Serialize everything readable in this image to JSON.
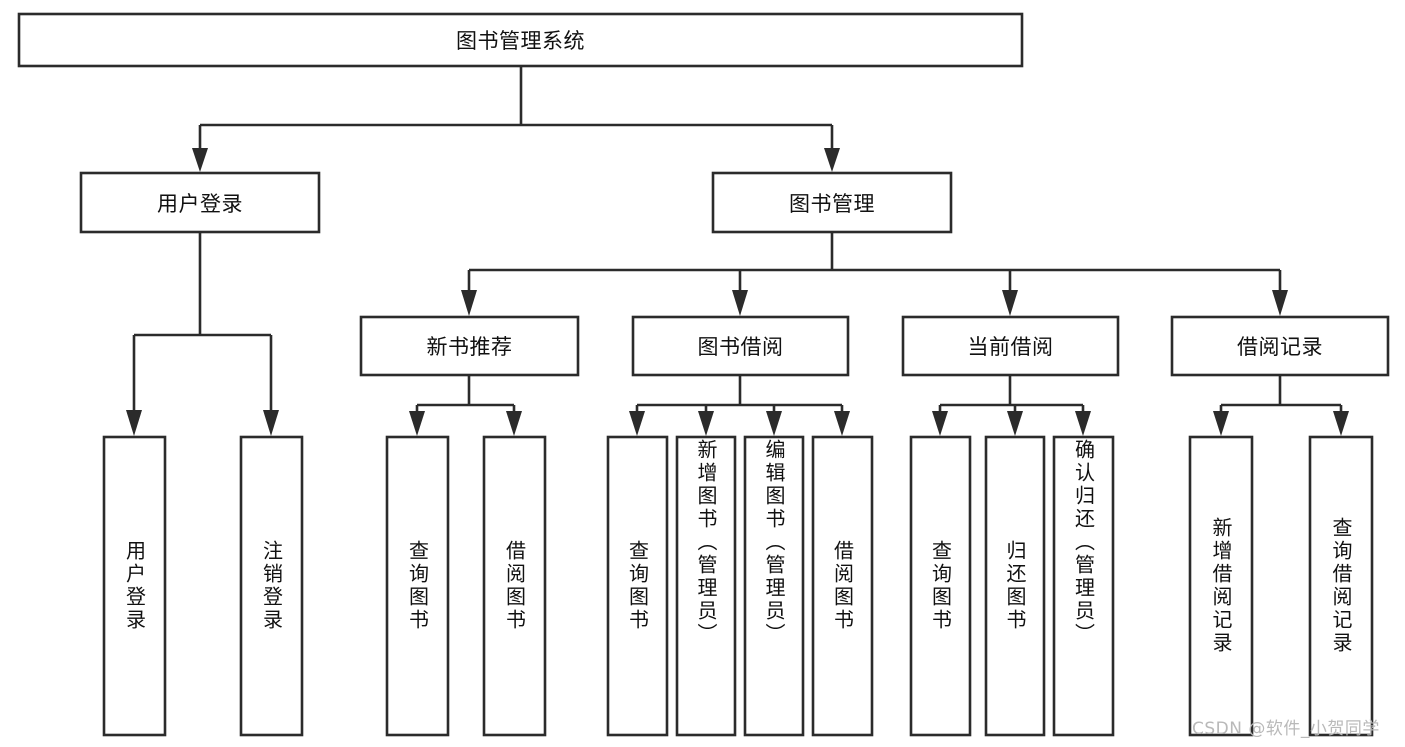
{
  "diagram": {
    "title": "图书管理系统",
    "type": "tree",
    "watermark": "CSDN @软件_小贺同学",
    "style": {
      "box_fill": "#ffffff",
      "box_stroke": "#2b2b2b",
      "text_color": "#111111",
      "background": "#ffffff",
      "watermark_color": "#b9b9b9"
    },
    "levels": {
      "root": {
        "label": "图书管理系统"
      },
      "level2": [
        {
          "label": "用户登录"
        },
        {
          "label": "图书管理"
        }
      ],
      "level3": [
        {
          "label": "新书推荐"
        },
        {
          "label": "图书借阅"
        },
        {
          "label": "当前借阅"
        },
        {
          "label": "借阅记录"
        }
      ],
      "leaves": {
        "user_login": [
          {
            "label": "用户登录"
          },
          {
            "label": "注销登录"
          }
        ],
        "new_book_recommend": [
          {
            "label": "查询图书"
          },
          {
            "label": "借阅图书"
          }
        ],
        "book_borrow": [
          {
            "label": "查询图书"
          },
          {
            "label": "新增图书（管理员）"
          },
          {
            "label": "编辑图书（管理员）"
          },
          {
            "label": "借阅图书"
          }
        ],
        "current_borrow": [
          {
            "label": "查询图书"
          },
          {
            "label": "归还图书"
          },
          {
            "label": "确认归还（管理员）"
          }
        ],
        "borrow_record": [
          {
            "label": "新增借阅记录"
          },
          {
            "label": "查询借阅记录"
          }
        ]
      }
    }
  }
}
